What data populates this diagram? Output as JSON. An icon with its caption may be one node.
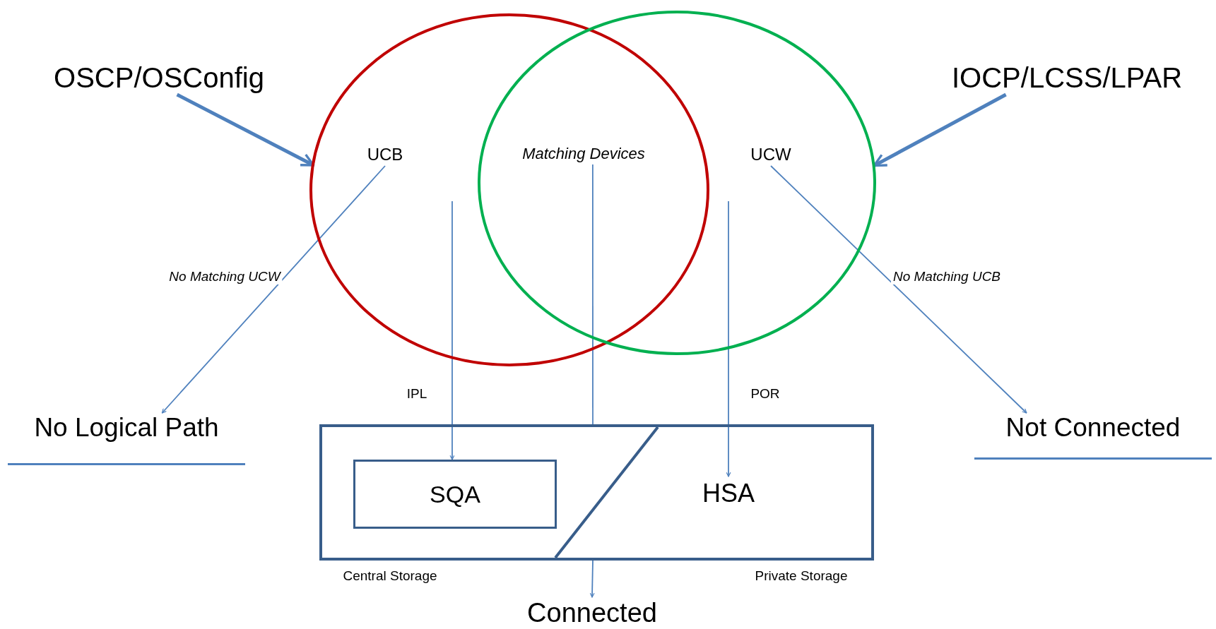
{
  "diagram": {
    "nodes": [
      {
        "text": [
          "OSCP/OSConfig"
        ]
      },
      {
        "text": [
          "IOCP/LCSS/LPAR"
        ]
      },
      {
        "text": [],
        "shape": "circle"
      },
      {
        "text": [
          "UCB"
        ],
        "in": 2
      },
      {
        "text": [],
        "shape": "circle"
      },
      {
        "text": [
          "UCW"
        ],
        "in": 4
      },
      {
        "text": [
          "Matching Devices"
        ]
      },
      {
        "text": [],
        "shape": "box",
        "beside": [
          "Central Storage",
          "Private Storage"
        ]
      },
      {
        "text": [
          "SQA"
        ],
        "in": 7
      },
      {
        "text": [
          "HSA"
        ],
        "in": 7
      },
      {
        "text": [
          "No Logical Path"
        ]
      },
      {
        "text": [
          "Not Connected"
        ]
      },
      {
        "text": [
          "Connected"
        ]
      }
    ],
    "edges": [
      {
        "from": 0,
        "to": 2,
        "arrow": "to",
        "style": "thick"
      },
      {
        "from": 1,
        "to": 4,
        "arrow": "to",
        "style": "thick"
      },
      {
        "from": 3,
        "to": 10,
        "arrow": "to",
        "label": "No Matching UCW"
      },
      {
        "from": 5,
        "to": 11,
        "arrow": "to",
        "label": "No Matching UCB"
      },
      {
        "from": null,
        "to": 8,
        "arrow": "to",
        "label": "IPL"
      },
      {
        "from": 6,
        "to": 7,
        "arrow": "none"
      },
      {
        "from": null,
        "to": 9,
        "arrow": "to",
        "label": "POR"
      },
      {
        "from": 7,
        "to": 12,
        "arrow": "to"
      }
    ]
  }
}
